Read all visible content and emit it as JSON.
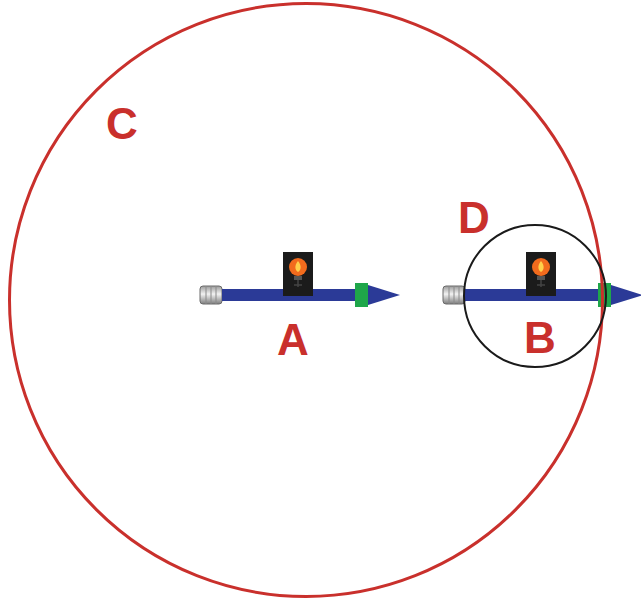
{
  "diagram": {
    "nodes": [
      {
        "text": [
          "C"
        ]
      },
      {
        "text": [
          "D"
        ],
        "in": 0
      }
    ],
    "labels": [
      "A",
      "B"
    ]
  }
}
